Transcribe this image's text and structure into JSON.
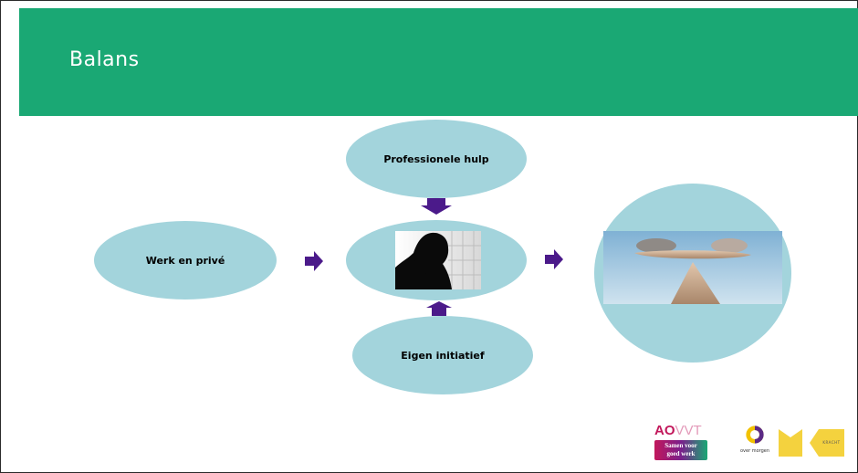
{
  "slide": {
    "title": "Balans"
  },
  "diagram": {
    "nodes": {
      "professional": "Professionele hulp",
      "work": "Werk en privé",
      "initiative": "Eigen initiatief"
    },
    "center_image": "silhouette of a distressed woman",
    "result_image": "balancing stones"
  },
  "logos": {
    "aovvt_top_a": "AO",
    "aovvt_top_b": "VVT",
    "aovvt_tagline_1": "Samen voor",
    "aovvt_tagline_2": "goed werk",
    "overmorgen": "over morgen",
    "kracht": "KRACHT"
  },
  "colors": {
    "header": "#1aa874",
    "node": "#a3d4dc",
    "arrow": "#4b1a8a"
  }
}
